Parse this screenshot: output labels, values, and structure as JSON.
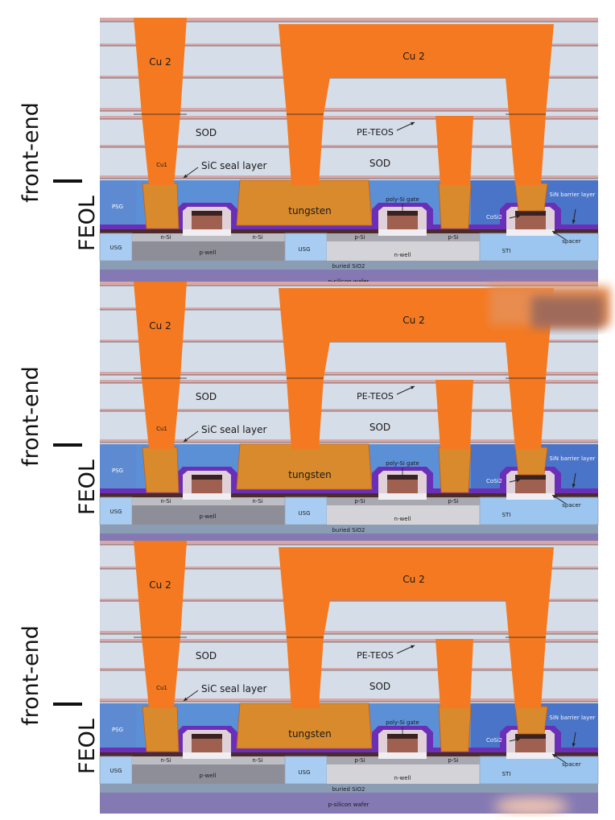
{
  "side_labels": {
    "front_end": "front-end",
    "feol": "FEOL"
  },
  "labels": {
    "cu2": "Cu 2",
    "cu1": "Cu1",
    "sod": "SOD",
    "pe_teos": "PE-TEOS",
    "sic_seal": "SiC seal layer",
    "tungsten": "tungsten",
    "psg": "PSG",
    "poly_si_gate": "poly-Si gate",
    "sin_barrier": "SiN barrier layer",
    "cosi2": "CoSi2",
    "spacer": "spacer",
    "usg": "USG",
    "n_si": "n-Si",
    "p_si": "p-Si",
    "p_well": "p-well",
    "n_well": "n-well",
    "sti": "STI",
    "buried_sio2": "buried SiO2",
    "p_silicon_wafer": "p-silicon wafer"
  },
  "panels": [
    {
      "name": "panel-top",
      "artifact": "none"
    },
    {
      "name": "panel-middle",
      "artifact": "blurred-copper-top-right"
    },
    {
      "name": "panel-bottom",
      "artifact": "copper-smudge-bottom-right"
    }
  ],
  "colors": {
    "copper": "#f47920",
    "copper_dark": "#c85e10",
    "tungsten": "#d88a2c",
    "dielectric": "#d5dde8",
    "dielectric_line": "#9aa3b3",
    "cap_pink": "#d8a8a8",
    "psg_blue": "#5b8fd6",
    "sin_blue": "#4a74c8",
    "purple": "#6a2fb8",
    "gate": "#a06050",
    "usg": "#a9cdf2",
    "sti": "#9cc6ef",
    "p_well": "#8e8e98",
    "n_well": "#d4d4d8",
    "buried": "#8b9db5",
    "wafer": "#8479b3"
  }
}
